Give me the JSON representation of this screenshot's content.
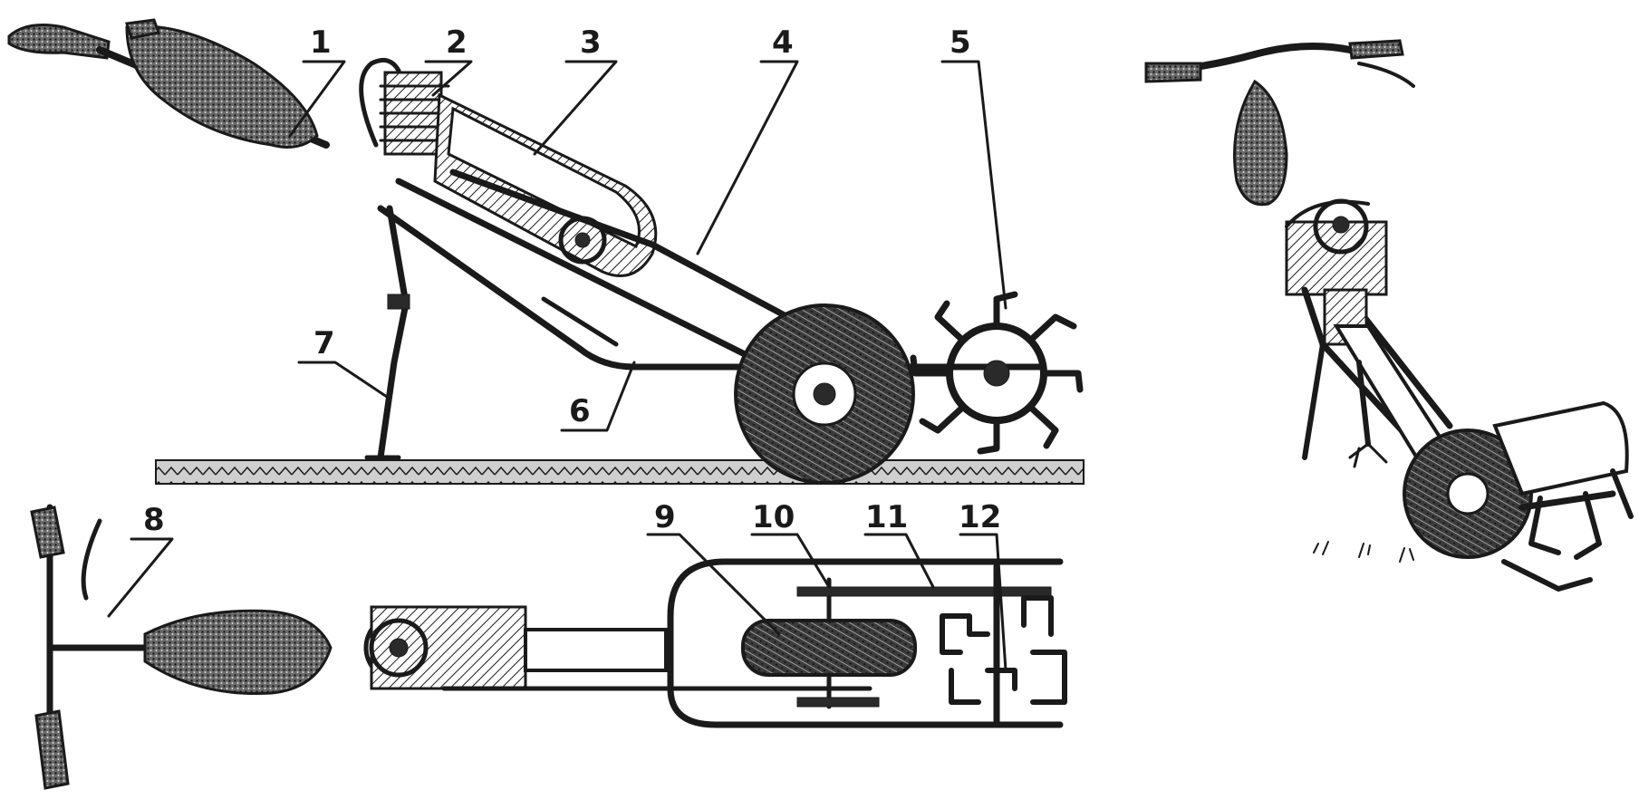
{
  "figure": {
    "callouts": [
      {
        "id": "1",
        "label": "1"
      },
      {
        "id": "2",
        "label": "2"
      },
      {
        "id": "3",
        "label": "3"
      },
      {
        "id": "4",
        "label": "4"
      },
      {
        "id": "5",
        "label": "5"
      },
      {
        "id": "6",
        "label": "6"
      },
      {
        "id": "7",
        "label": "7"
      },
      {
        "id": "8",
        "label": "8"
      },
      {
        "id": "9",
        "label": "9"
      },
      {
        "id": "10",
        "label": "10"
      },
      {
        "id": "11",
        "label": "11"
      },
      {
        "id": "12",
        "label": "12"
      }
    ]
  },
  "colors": {
    "ink": "#1a1a1a",
    "paper": "#ffffff"
  }
}
